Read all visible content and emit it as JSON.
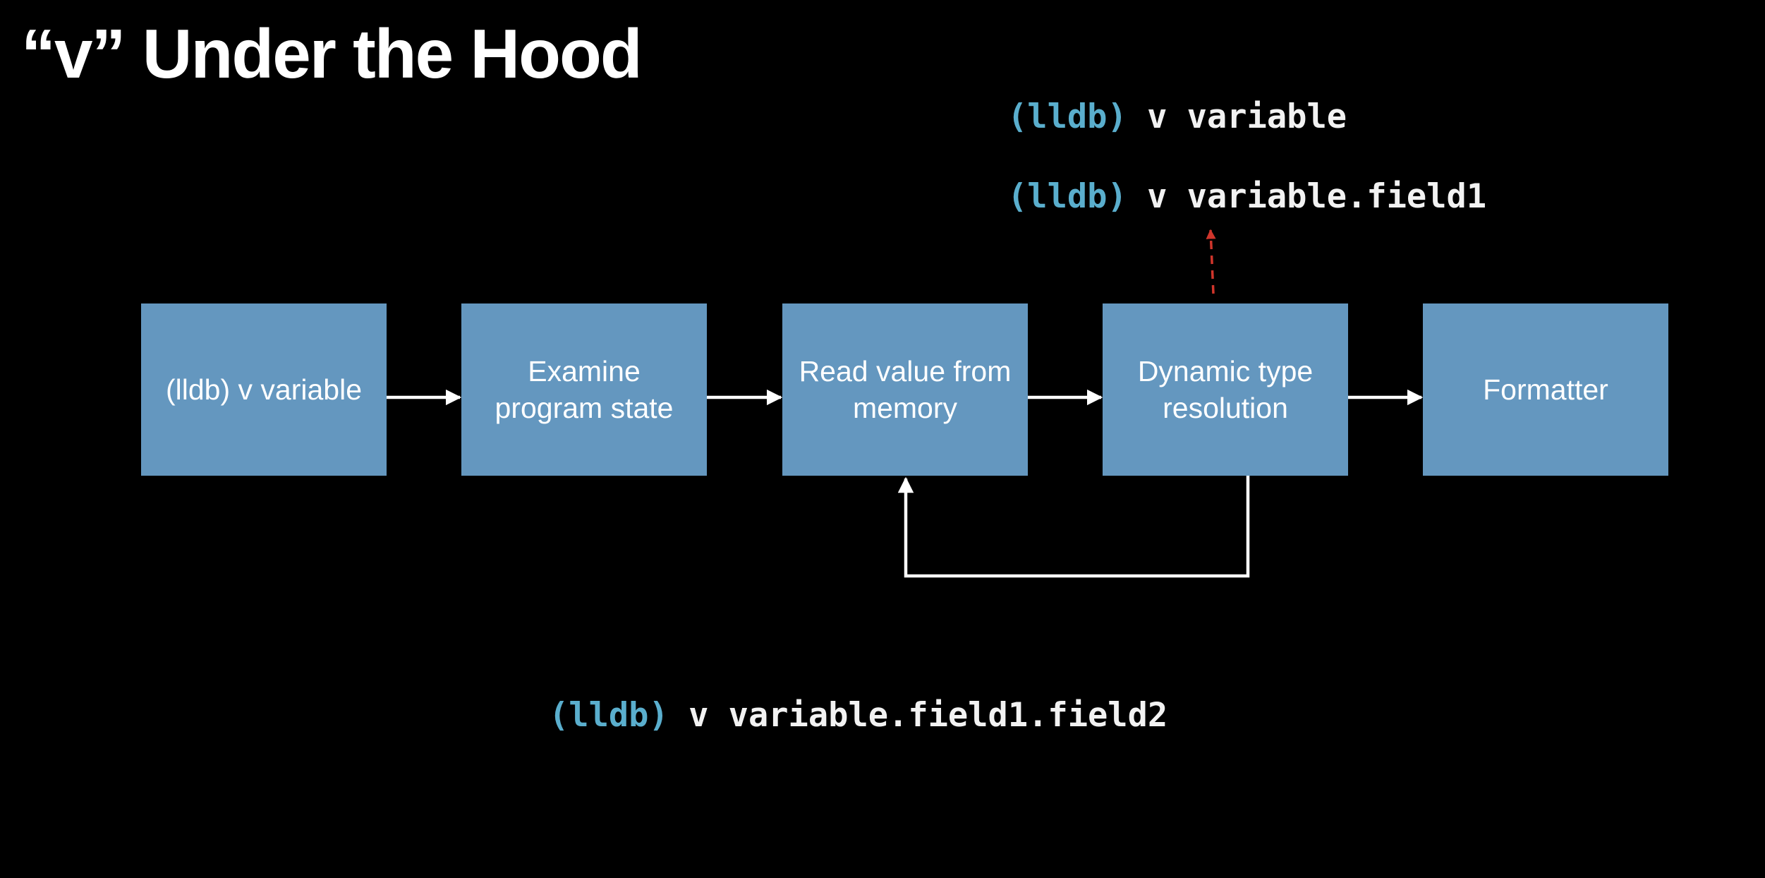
{
  "slide": {
    "title": "“v” Under the Hood"
  },
  "commands": [
    {
      "prompt": "(lldb)",
      "code": " v variable"
    },
    {
      "prompt": "(lldb)",
      "code": " v variable.field1"
    },
    {
      "prompt": "(lldb)",
      "code": " v variable.field1.field2"
    }
  ],
  "pipeline": {
    "steps": [
      {
        "label": "(lldb) v variable"
      },
      {
        "label": "Examine\nprogram state"
      },
      {
        "label": "Read value from\nmemory"
      },
      {
        "label": "Dynamic type\nresolution"
      },
      {
        "label": "Formatter"
      }
    ]
  },
  "colors": {
    "background": "#000000",
    "box_fill": "#6497bf",
    "prompt": "#5aaecd",
    "arrow": "#ffffff",
    "dashed_arrow": "#d0352b"
  }
}
